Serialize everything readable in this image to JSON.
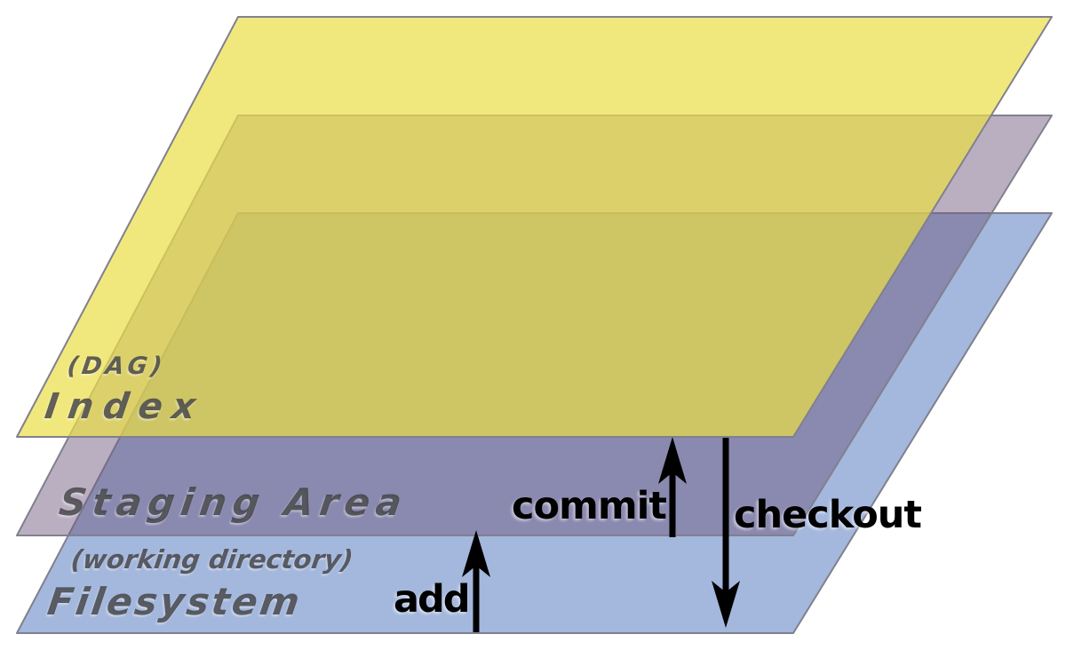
{
  "diagram": {
    "title": "git layers diagram",
    "arrow_color": "#000000",
    "outline_color": "#80808f",
    "label_text_color": "rgba(60,60,64,0.80)",
    "layers": [
      {
        "id": "index",
        "sublabel": "(DAG)",
        "label": "Index",
        "fill_rgba": "rgba(235,222,70,0.70)",
        "apparent_color": "#f2ea8a"
      },
      {
        "id": "staging",
        "sublabel": "",
        "label": "Staging Area",
        "fill_rgba": "rgba(110,88,125,0.48)",
        "apparent_color": "#c4b2c6"
      },
      {
        "id": "filesystem",
        "sublabel": "(working directory)",
        "label": "Filesystem",
        "fill_rgba": "rgba(90,124,192,0.55)",
        "apparent_color": "#a7bcdb"
      }
    ],
    "arrows": [
      {
        "id": "add",
        "label": "add",
        "direction": "up",
        "from": "filesystem",
        "to": "staging"
      },
      {
        "id": "commit",
        "label": "commit",
        "direction": "up",
        "from": "staging",
        "to": "index"
      },
      {
        "id": "checkout",
        "label": "checkout",
        "direction": "down",
        "from": "index",
        "to": "filesystem"
      }
    ]
  }
}
